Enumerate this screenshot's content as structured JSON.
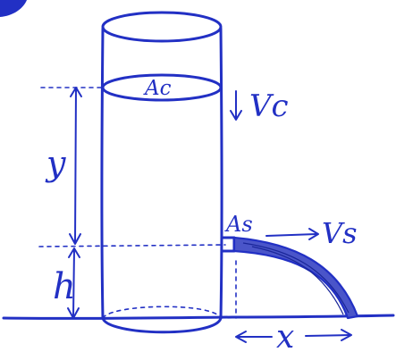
{
  "labels": {
    "area_container": "Ac",
    "velocity_container": "Vc",
    "height_y": "y",
    "area_spout": "As",
    "velocity_spout": "Vs",
    "height_h": "h",
    "distance_x": "x"
  },
  "colors": {
    "ink": "#2230c4",
    "background": "#ffffff"
  }
}
